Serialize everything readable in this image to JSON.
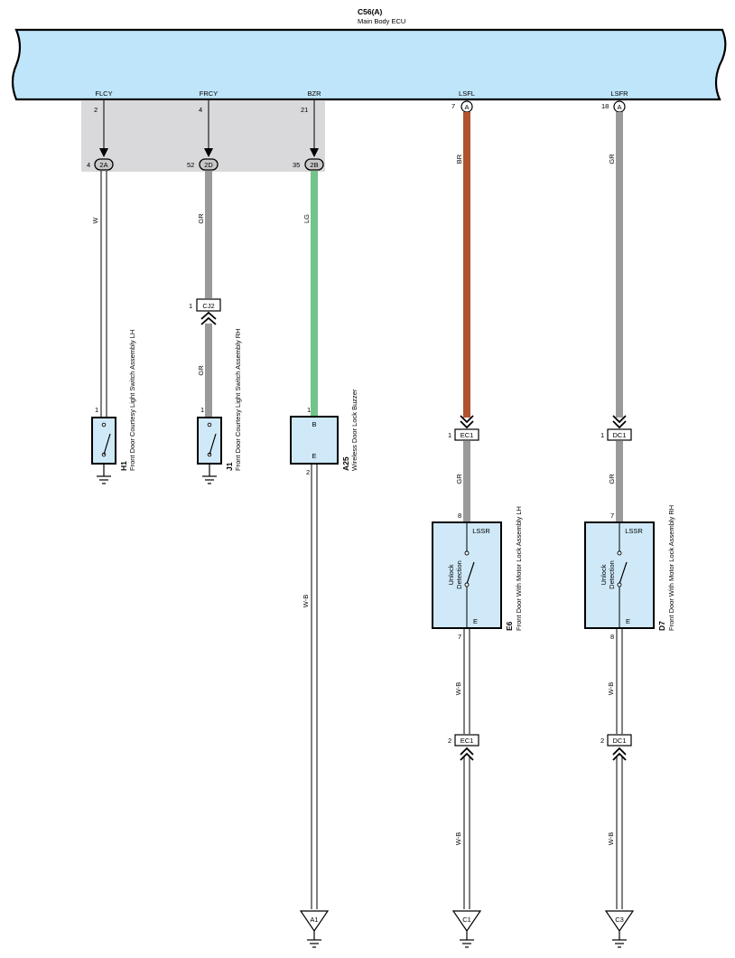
{
  "ecu": {
    "code": "C56(A)",
    "name": "Main Body ECU",
    "color": "#bfe5fa",
    "pins": [
      {
        "signal": "FLCY",
        "pin": "2"
      },
      {
        "signal": "FRCY",
        "pin": "4"
      },
      {
        "signal": "BZR",
        "pin": "21"
      },
      {
        "signal": "LSFL",
        "pin": "7",
        "connector": "A"
      },
      {
        "signal": "LSFR",
        "pin": "18",
        "connector": "A"
      }
    ]
  },
  "junction_connectors": [
    {
      "code": "2A",
      "pin": "4"
    },
    {
      "code": "2D",
      "pin": "52"
    },
    {
      "code": "2B",
      "pin": "35"
    }
  ],
  "inline_connectors": [
    {
      "code": "CJ2",
      "pin": "1"
    },
    {
      "code": "EC1",
      "pin": "1"
    },
    {
      "code": "DC1",
      "pin": "1"
    },
    {
      "code": "EC1",
      "pin": "2"
    },
    {
      "code": "DC1",
      "pin": "2"
    }
  ],
  "wire_colors": {
    "W": "#ffffff",
    "GR": "#9a9a9c",
    "LG": "#72c48a",
    "BR": "#b1532f",
    "W-B": "#ffffff"
  },
  "wires": [
    {
      "label": "W"
    },
    {
      "label": "GR"
    },
    {
      "label": "GR"
    },
    {
      "label": "LG"
    },
    {
      "label": "BR"
    },
    {
      "label": "GR"
    },
    {
      "label": "GR"
    },
    {
      "label": "GR"
    },
    {
      "label": "W-B"
    },
    {
      "label": "W-B"
    },
    {
      "label": "W-B"
    },
    {
      "label": "W-B"
    },
    {
      "label": "W-B"
    }
  ],
  "components": {
    "h1": {
      "code": "H1",
      "name": "Front Door Courtesy Light Switch Assembly LH",
      "pin": "1"
    },
    "j1": {
      "code": "J1",
      "name": "Front Door Courtesy Light Switch Assembly RH",
      "pin": "1"
    },
    "a25": {
      "code": "A25",
      "name": "Wireless Door Lock Buzzer",
      "pin_top": "1",
      "pin_top_label": "B",
      "pin_bottom": "2",
      "pin_bottom_label": "E"
    },
    "e6": {
      "code": "E6",
      "name": "Front Door With Motor Lock Assembly LH",
      "pin_top": "8",
      "pin_top_label": "LSSR",
      "pin_bottom": "7",
      "pin_bottom_label": "E",
      "inner_label_1": "Unlock",
      "inner_label_2": "Detection"
    },
    "d7": {
      "code": "D7",
      "name": "Front Door With Motor Lock Assembly RH",
      "pin_top": "7",
      "pin_top_label": "LSSR",
      "pin_bottom": "8",
      "pin_bottom_label": "E",
      "inner_label_1": "Unlock",
      "inner_label_2": "Detection"
    }
  },
  "grounds": [
    {
      "label": "A1"
    },
    {
      "label": "C1"
    },
    {
      "label": "C3"
    }
  ]
}
